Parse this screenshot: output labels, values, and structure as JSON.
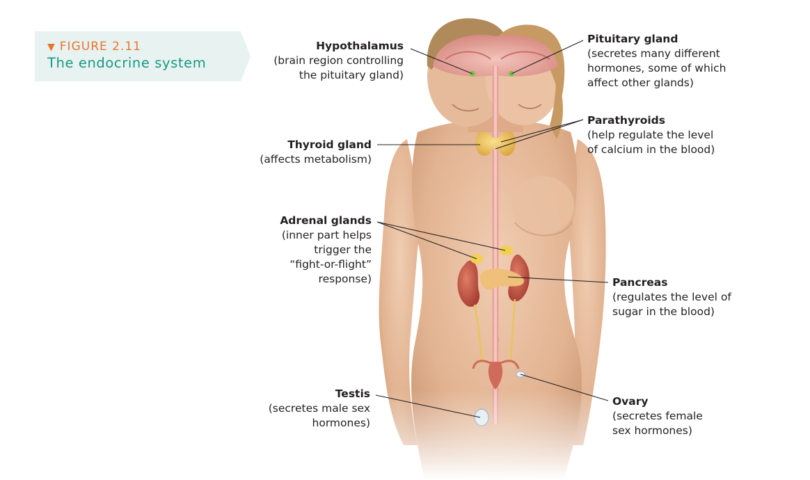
{
  "figure": {
    "number": "FIGURE 2.11",
    "title": "The endocrine system",
    "accent_color": "#e8742c",
    "title_color": "#189883",
    "tab_color": "#e8f3f1"
  },
  "labels": {
    "hypothalamus": {
      "name": "Hypothalamus",
      "desc": "(brain region controlling\nthe pituitary gland)"
    },
    "pituitary": {
      "name": "Pituitary gland",
      "desc": "(secretes many different\nhormones, some of which\naffect other glands)"
    },
    "parathyroids": {
      "name": "Parathyroids",
      "desc": "(help regulate the level\nof calcium in the blood)"
    },
    "thyroid": {
      "name": "Thyroid gland",
      "desc": "(affects metabolism)"
    },
    "adrenal": {
      "name": "Adrenal glands",
      "desc": "(inner part helps\ntrigger the\n“fight-or-flight”\nresponse)"
    },
    "pancreas": {
      "name": "Pancreas",
      "desc": "(regulates the level of\nsugar in the blood)"
    },
    "testis": {
      "name": "Testis",
      "desc": "(secretes male sex\nhormones)"
    },
    "ovary": {
      "name": "Ovary",
      "desc": "(secretes female\nsex hormones)"
    }
  },
  "colors": {
    "skin": "#e7bfa0",
    "skin_shadow": "#c98f6b",
    "hair_male": "#b08a5a",
    "hair_female": "#c79a63",
    "brain": "#e8a9a3",
    "gland_yellow": "#f0c05a",
    "organ_red": "#c8564a",
    "leader_line": "#231f20"
  }
}
